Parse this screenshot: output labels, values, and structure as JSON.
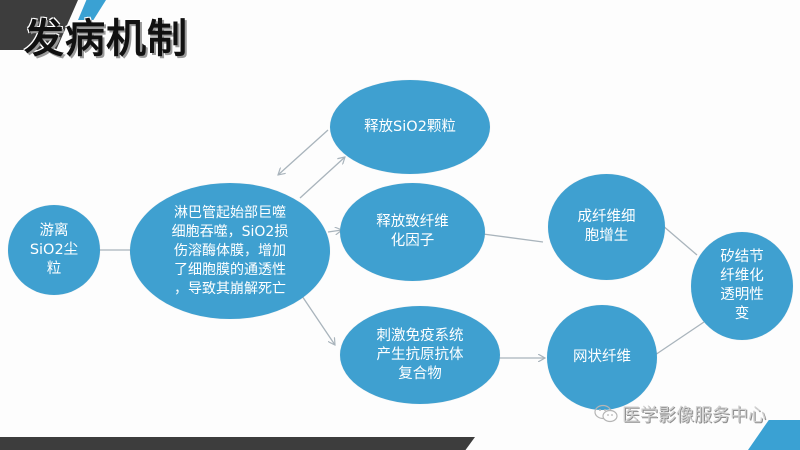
{
  "slide": {
    "title": "发病机制",
    "watermark": {
      "icon": "wechat-icon",
      "text": "医学影像服务中心"
    },
    "colors": {
      "node_fill": "#3fa0d0",
      "accent_blue": "#3aa1d3",
      "dark_band": "#3d3d3d",
      "connector": "#a9b4bc"
    }
  },
  "diagram": {
    "nodes": [
      {
        "id": "free_sio2",
        "label": "游离\nSiO2尘\n粒"
      },
      {
        "id": "macrophage",
        "label": "淋巴管起始部巨噬\n细胞吞噬，SiO2损\n伤溶酶体膜，增加\n了细胞膜的通透性\n，导致其崩解死亡"
      },
      {
        "id": "release_sio2",
        "label": "释放SiO2颗粒"
      },
      {
        "id": "release_factor",
        "label": "释放致纤维\n化因子"
      },
      {
        "id": "immune",
        "label": "刺激免疫系统\n产生抗原抗体\n复合物"
      },
      {
        "id": "fibroblast",
        "label": "成纤维细\n胞增生"
      },
      {
        "id": "reticular",
        "label": "网状纤维"
      },
      {
        "id": "silicotic_nodule",
        "label": "矽结节\n纤维化\n透明性\n变"
      }
    ],
    "edges": [
      {
        "from": "free_sio2",
        "to": "macrophage",
        "arrow": false
      },
      {
        "from": "macrophage",
        "to": "release_sio2",
        "arrow": true
      },
      {
        "from": "release_sio2",
        "to": "macrophage",
        "arrow": true
      },
      {
        "from": "macrophage",
        "to": "release_factor",
        "arrow": true
      },
      {
        "from": "macrophage",
        "to": "immune",
        "arrow": true
      },
      {
        "from": "release_factor",
        "to": "fibroblast",
        "arrow": false
      },
      {
        "from": "immune",
        "to": "reticular",
        "arrow": true
      },
      {
        "from": "fibroblast",
        "to": "silicotic_nodule",
        "arrow": false
      },
      {
        "from": "reticular",
        "to": "silicotic_nodule",
        "arrow": false
      }
    ]
  }
}
